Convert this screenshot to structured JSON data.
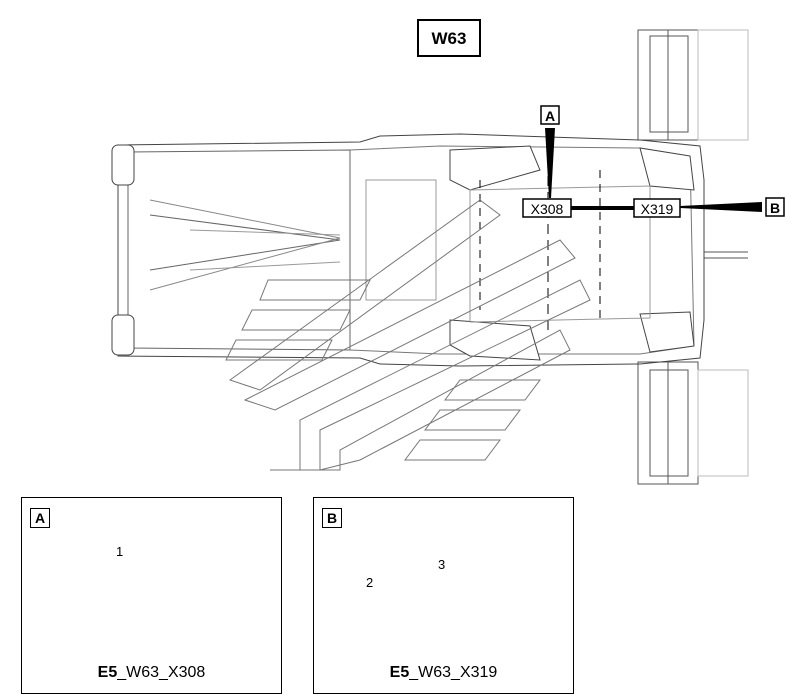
{
  "diagram": {
    "harness_title": "W63",
    "callouts": {
      "a": "A",
      "b": "B"
    },
    "connectors": {
      "left": "X308",
      "right": "X319"
    }
  },
  "details": {
    "a": {
      "tag": "A",
      "part_number": "1",
      "caption_prefix": "E5",
      "caption_suffix": "_W63_X308"
    },
    "b": {
      "tag": "B",
      "part_numbers": [
        "2",
        "3"
      ],
      "caption_prefix": "E5",
      "caption_suffix": "_W63_X319"
    }
  }
}
